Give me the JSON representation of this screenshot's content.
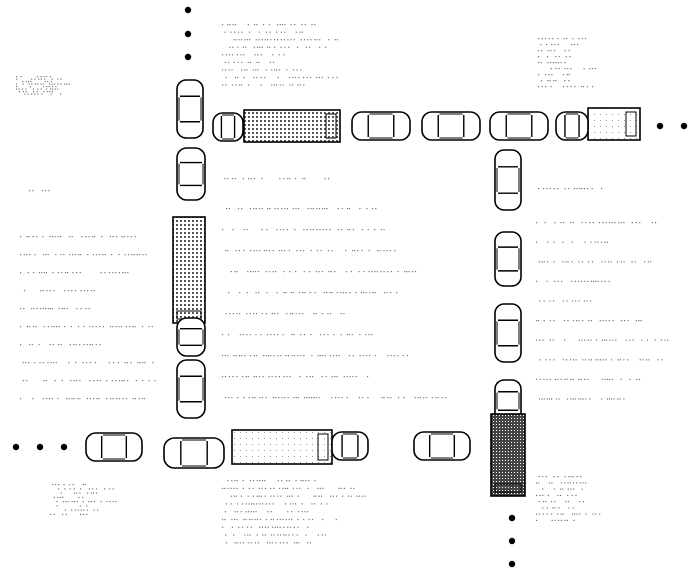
{
  "puzzle": {
    "type": "rush-hour-grid",
    "colors": {
      "ink": "#000000",
      "paper": "#ffffff",
      "dither": "#808080"
    },
    "vehicles": [
      {
        "name": "car-top-vertical",
        "kind": "car",
        "orientation": "vertical",
        "fill": "plain"
      },
      {
        "name": "car-top-horizontal-1",
        "kind": "car",
        "orientation": "horizontal",
        "fill": "plain"
      },
      {
        "name": "truck-top-dotted",
        "kind": "truck",
        "orientation": "horizontal",
        "fill": "dotted"
      },
      {
        "name": "car-top-horizontal-2",
        "kind": "car",
        "orientation": "horizontal",
        "fill": "plain"
      },
      {
        "name": "car-top-horizontal-3",
        "kind": "car",
        "orientation": "horizontal",
        "fill": "plain"
      },
      {
        "name": "car-top-horizontal-4",
        "kind": "car",
        "orientation": "horizontal",
        "fill": "plain"
      },
      {
        "name": "truck-top-right",
        "kind": "truck",
        "orientation": "horizontal",
        "fill": "light"
      },
      {
        "name": "car-left-vertical-1",
        "kind": "car",
        "orientation": "vertical",
        "fill": "plain"
      },
      {
        "name": "truck-left-vertical-dotted",
        "kind": "truck",
        "orientation": "vertical",
        "fill": "dotted"
      },
      {
        "name": "car-left-vertical-2",
        "kind": "car",
        "orientation": "vertical",
        "fill": "plain"
      },
      {
        "name": "car-right-vertical-1",
        "kind": "car",
        "orientation": "vertical",
        "fill": "plain"
      },
      {
        "name": "car-right-vertical-2",
        "kind": "car",
        "orientation": "vertical",
        "fill": "plain"
      },
      {
        "name": "car-right-vertical-3",
        "kind": "car",
        "orientation": "vertical",
        "fill": "plain"
      },
      {
        "name": "car-right-vertical-4",
        "kind": "car",
        "orientation": "vertical",
        "fill": "plain"
      },
      {
        "name": "truck-right-vertical-dense",
        "kind": "truck",
        "orientation": "vertical",
        "fill": "dense"
      },
      {
        "name": "car-bottom-horizontal-1",
        "kind": "car",
        "orientation": "horizontal",
        "fill": "plain"
      },
      {
        "name": "car-bottom-horizontal-2",
        "kind": "car",
        "orientation": "horizontal",
        "fill": "plain"
      },
      {
        "name": "truck-bottom-horizontal",
        "kind": "truck",
        "orientation": "horizontal",
        "fill": "light"
      },
      {
        "name": "car-bottom-horizontal-3",
        "kind": "car",
        "orientation": "horizontal",
        "fill": "plain"
      }
    ],
    "dot_groups": [
      {
        "name": "dots-top",
        "count": 3
      },
      {
        "name": "dots-right",
        "count": 2
      },
      {
        "name": "dots-left",
        "count": 3
      },
      {
        "name": "dots-bottom",
        "count": 3
      }
    ]
  }
}
